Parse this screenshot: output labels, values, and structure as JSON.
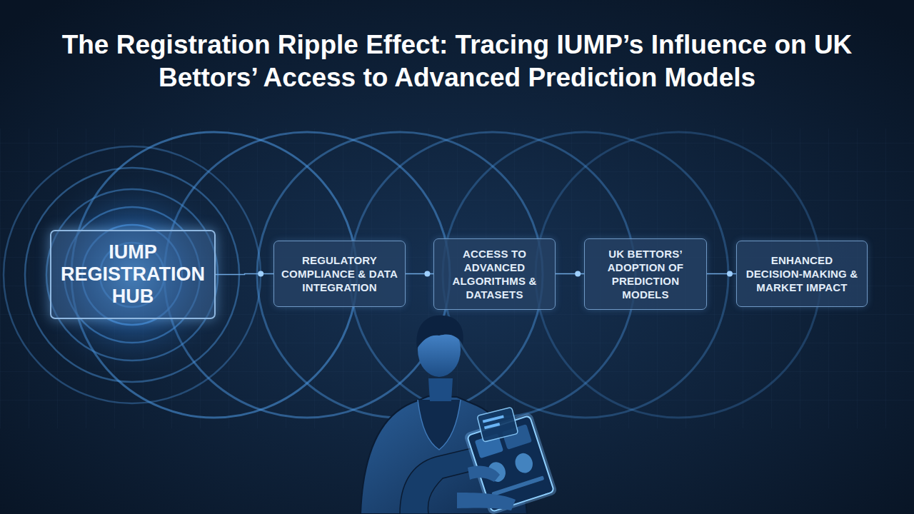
{
  "diagram": {
    "title": "The Registration Ripple Effect: Tracing IUMP’s Influence on UK Bettors’ Access to Advanced Prediction Models",
    "nodes": [
      {
        "text": [
          "IUMP REGISTRATION HUB"
        ]
      },
      {
        "text": [
          "REGULATORY COMPLIANCE & DATA INTEGRATION"
        ]
      },
      {
        "text": [
          "ACCESS TO ADVANCED ALGORITHMS & DATASETS"
        ]
      },
      {
        "text": [
          "UK BETTORS’ ADOPTION OF PREDICTION MODELS"
        ]
      },
      {
        "text": [
          "ENHANCED DECISION-MAKING & MARKET IMPACT"
        ]
      }
    ],
    "edges": [
      {
        "from": 0,
        "to": 1,
        "arrow": "none"
      },
      {
        "from": 1,
        "to": 2,
        "arrow": "none"
      },
      {
        "from": 2,
        "to": 3,
        "arrow": "none"
      },
      {
        "from": 3,
        "to": 4,
        "arrow": "none"
      }
    ]
  }
}
